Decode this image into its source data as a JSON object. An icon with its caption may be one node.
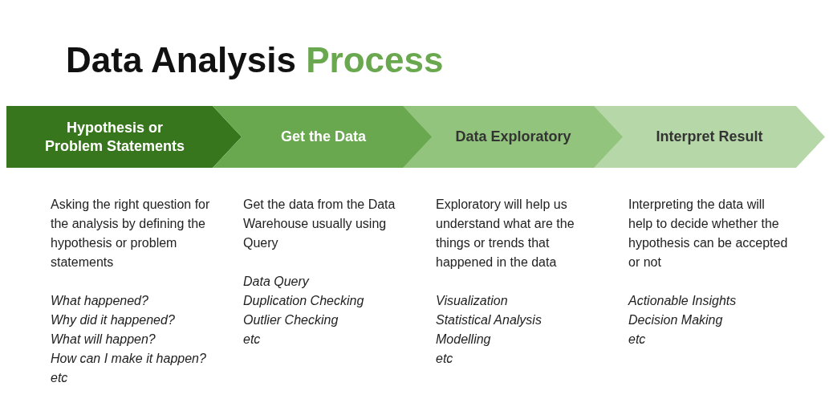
{
  "diagram": {
    "title": "Data Analysis Process",
    "nodes": [
      {
        "text": [
          "Hypothesis or Problem Statements"
        ],
        "beside": [
          "Asking the right question for the analysis by defining the hypothesis or problem statements",
          "What happened?",
          "Why did it happened?",
          "What will happen?",
          "How can I make it happen?",
          "etc"
        ]
      },
      {
        "text": [
          "Get the Data"
        ],
        "beside": [
          "Get the data from the Data Warehouse usually using Query",
          "Data Query",
          "Duplication Checking",
          "Outlier Checking",
          "etc"
        ]
      },
      {
        "text": [
          "Data Exploratory"
        ],
        "beside": [
          "Exploratory will help us understand what are the things or trends that happened in the data",
          "Visualization",
          "Statistical Analysis",
          "Modelling",
          "etc"
        ]
      },
      {
        "text": [
          "Interpret Result"
        ],
        "beside": [
          "Interpreting the data will help to decide whether the hypothesis can be accepted or not",
          "Actionable Insights",
          "Decision Making",
          "etc"
        ]
      }
    ]
  }
}
